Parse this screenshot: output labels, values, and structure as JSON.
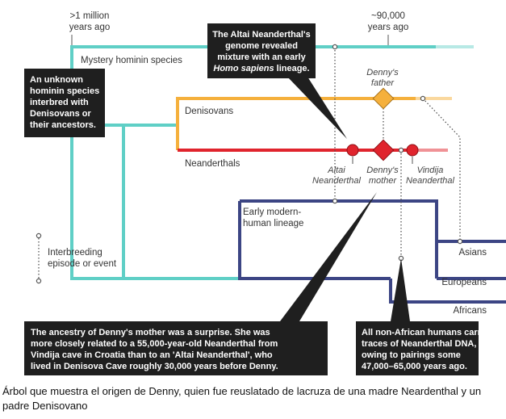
{
  "colors": {
    "hominin": "#5fcfc6",
    "denisovan": "#f5b03c",
    "neanderthal": "#e0242d",
    "modern": "#3c4584",
    "box": "#1f1f1f"
  },
  "time_labels": {
    "left": [
      "&gt;1 million",
      "years ago"
    ],
    "right": [
      "~90,000",
      "years ago"
    ]
  },
  "lineages": {
    "mystery": "Mystery hominin species",
    "denisovans": "Denisovans",
    "neanderthals": "Neanderthals",
    "modern": [
      "Early modern-",
      "human lineage"
    ],
    "asians": "Asians",
    "europeans": "Europeans",
    "africans": "Africans"
  },
  "individuals": {
    "father": [
      "Denny's",
      "father"
    ],
    "altai": [
      "Altai",
      "Neanderthal"
    ],
    "mother": [
      "Denny's",
      "mother"
    ],
    "vindija": [
      "Vindija",
      "Neanderthal"
    ]
  },
  "legend": [
    "Interbreeding",
    "episode or event"
  ],
  "boxes": {
    "unknown": [
      "An unknown",
      "hominin species",
      "interbred with",
      "Denisovans or",
      "their ancestors."
    ],
    "altai": [
      "The Altai Neanderthal's",
      "genome revealed",
      "mixture with an early",
      "Homo sapiens lineage."
    ],
    "ancestry": [
      "The ancestry of Denny's mother was a surprise. She was",
      "more closely related to a 55,000-year-old Neanderthal from",
      "Vindija cave in Croatia than to an 'Altai Neanderthal', who",
      "lived in Denisova Cave roughly 30,000 years before Denny."
    ],
    "nonafrican": [
      "All non-African humans carry",
      "traces of Neanderthal DNA,",
      "owing to pairings some",
      "47,000–65,000 years ago."
    ]
  },
  "caption": "Árbol que muestra el origen de Denny, quien fue reuslatado de lacruza de una madre Neardenthal y un padre Denisovano"
}
